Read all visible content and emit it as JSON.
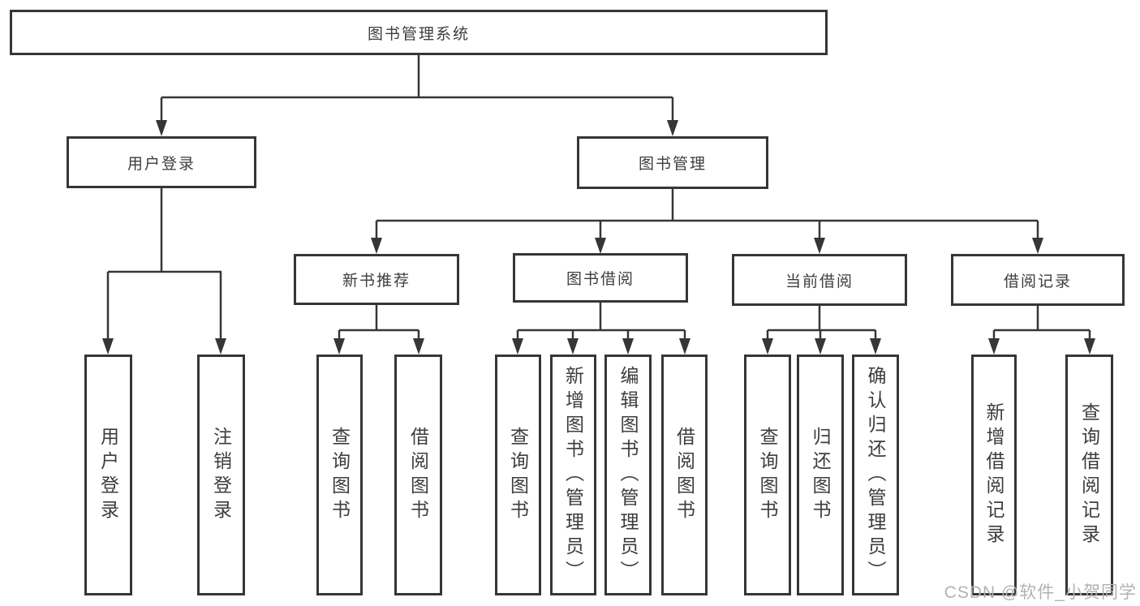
{
  "tree": {
    "label": "图书管理系统",
    "children": [
      {
        "label": "用户登录",
        "children": [
          {
            "label": "用户登录"
          },
          {
            "label": "注销登录"
          }
        ]
      },
      {
        "label": "图书管理",
        "children": [
          {
            "label": "新书推荐",
            "children": [
              {
                "label": "查询图书"
              },
              {
                "label": "借阅图书"
              }
            ]
          },
          {
            "label": "图书借阅",
            "children": [
              {
                "label": "查询图书"
              },
              {
                "label": "新增图书（管理员）"
              },
              {
                "label": "编辑图书（管理员）"
              },
              {
                "label": "借阅图书"
              }
            ]
          },
          {
            "label": "当前借阅",
            "children": [
              {
                "label": "查询图书"
              },
              {
                "label": "归还图书"
              },
              {
                "label": "确认归还（管理员）"
              }
            ]
          },
          {
            "label": "借阅记录",
            "children": [
              {
                "label": "新增借阅记录"
              },
              {
                "label": "查询借阅记录"
              }
            ]
          }
        ]
      }
    ]
  },
  "watermark": "CSDN @软件_小贺同学",
  "colors": {
    "line": "#363636",
    "box_border": "#363636",
    "text": "#3d3d3d",
    "watermark": "#b2b2b2",
    "background": "#ffffff"
  }
}
